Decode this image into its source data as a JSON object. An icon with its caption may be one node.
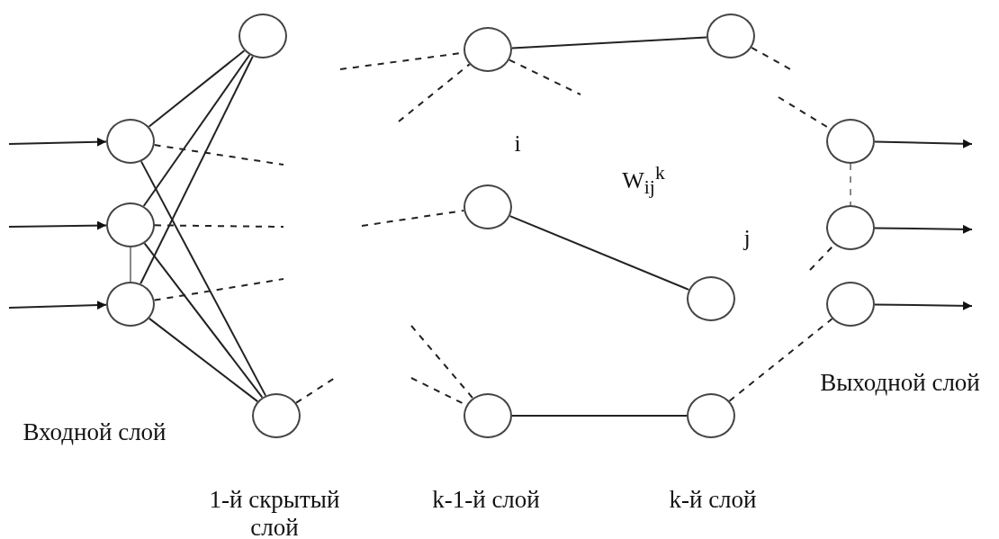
{
  "diagram": {
    "nodes": [
      {
        "text": [],
        "shape": "circle"
      },
      {
        "text": [],
        "shape": "circle"
      },
      {
        "text": [],
        "shape": "circle"
      },
      {
        "text": [],
        "shape": "circle"
      },
      {
        "text": [],
        "shape": "circle"
      },
      {
        "text": [],
        "shape": "circle"
      },
      {
        "text": [],
        "shape": "circle"
      },
      {
        "text": [],
        "shape": "circle"
      },
      {
        "text": [],
        "shape": "circle"
      },
      {
        "text": [],
        "shape": "circle"
      },
      {
        "text": [],
        "shape": "circle"
      },
      {
        "text": [],
        "shape": "circle"
      },
      {
        "text": [],
        "shape": "circle"
      },
      {
        "text": [],
        "shape": "circle"
      }
    ],
    "edges": [
      {
        "from": null,
        "to": 0,
        "arrow": "to"
      },
      {
        "from": null,
        "to": 1,
        "arrow": "to"
      },
      {
        "from": null,
        "to": 2,
        "arrow": "to"
      },
      {
        "from": 0,
        "to": 3,
        "arrow": "none"
      },
      {
        "from": 0,
        "to": 4,
        "arrow": "none"
      },
      {
        "from": 1,
        "to": 3,
        "arrow": "none"
      },
      {
        "from": 1,
        "to": 4,
        "arrow": "none"
      },
      {
        "from": 2,
        "to": 3,
        "arrow": "none"
      },
      {
        "from": 2,
        "to": 4,
        "arrow": "none"
      },
      {
        "from": 1,
        "to": 2,
        "arrow": "none",
        "color": "#888888"
      },
      {
        "from": 0,
        "to": null,
        "arrow": "none",
        "style": "dashed"
      },
      {
        "from": 1,
        "to": null,
        "arrow": "none",
        "style": "dashed"
      },
      {
        "from": 2,
        "to": null,
        "arrow": "none",
        "style": "dashed"
      },
      {
        "from": 4,
        "to": null,
        "arrow": "none",
        "style": "dashed"
      },
      {
        "from": null,
        "to": 5,
        "arrow": "none",
        "style": "dashed"
      },
      {
        "from": null,
        "to": 5,
        "arrow": "none",
        "style": "dashed"
      },
      {
        "from": 5,
        "to": null,
        "arrow": "none",
        "style": "dashed"
      },
      {
        "from": null,
        "to": 6,
        "arrow": "none",
        "style": "dashed"
      },
      {
        "from": null,
        "to": 7,
        "arrow": "none",
        "style": "dashed"
      },
      {
        "from": null,
        "to": 7,
        "arrow": "none",
        "style": "dashed"
      },
      {
        "from": 5,
        "to": 8,
        "arrow": "none"
      },
      {
        "from": 6,
        "to": 9,
        "arrow": "none"
      },
      {
        "from": 7,
        "to": 10,
        "arrow": "none"
      },
      {
        "from": 8,
        "to": null,
        "arrow": "none",
        "style": "dashed"
      },
      {
        "from": null,
        "to": 11,
        "arrow": "none",
        "style": "dashed"
      },
      {
        "from": 11,
        "to": 12,
        "arrow": "none",
        "style": "dashed",
        "color": "#888888"
      },
      {
        "from": null,
        "to": 12,
        "arrow": "none",
        "style": "dashed"
      },
      {
        "from": 10,
        "to": 13,
        "arrow": "none",
        "style": "dashed"
      },
      {
        "from": 11,
        "to": null,
        "arrow": "to"
      },
      {
        "from": 12,
        "to": null,
        "arrow": "to"
      },
      {
        "from": 13,
        "to": null,
        "arrow": "to"
      }
    ],
    "labels": [
      "i",
      "W$_{ij}$$^{k}$",
      "j",
      "Выходной слой",
      "Входной слой",
      "1-й скрытый слой",
      "k-1-й слой",
      "k-й слой"
    ]
  }
}
